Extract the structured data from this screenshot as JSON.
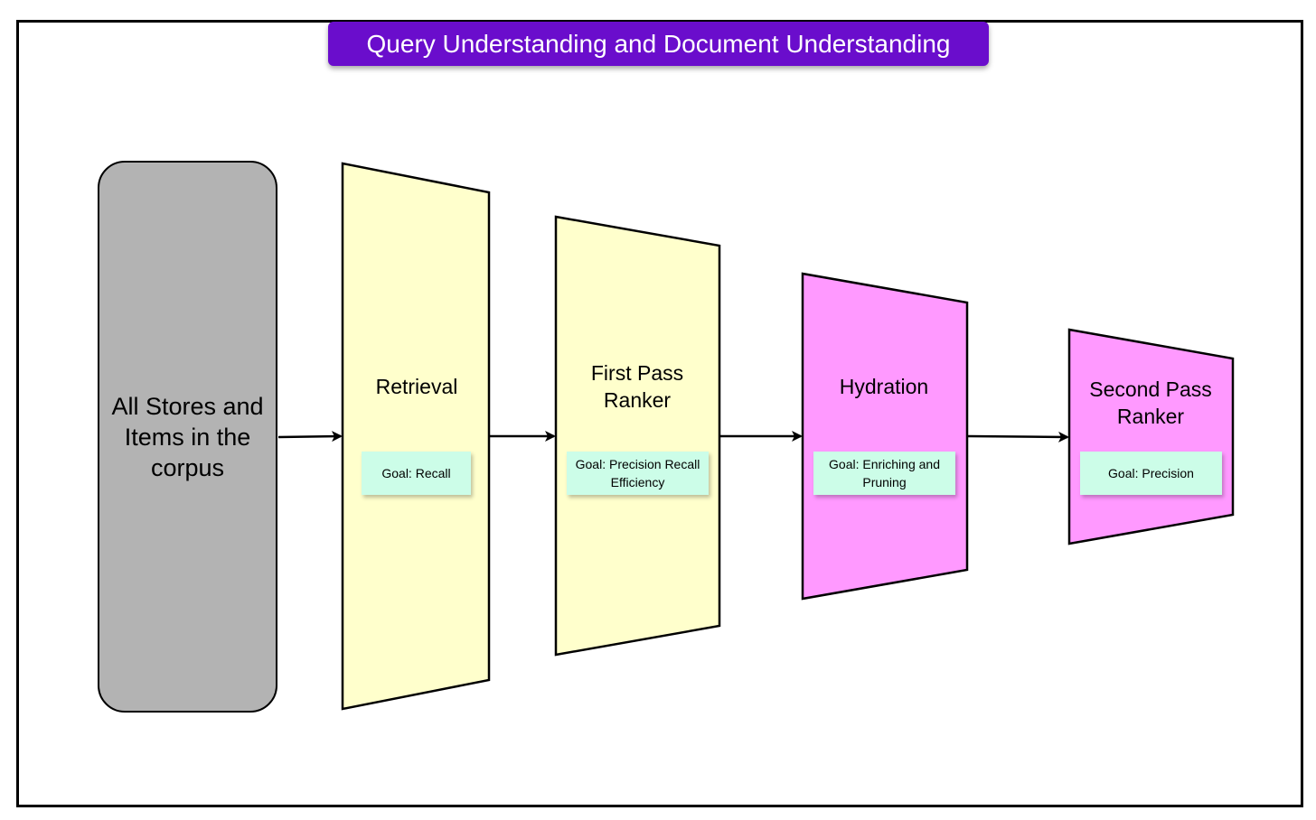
{
  "title": "Query Understanding and Document Understanding",
  "corpus": {
    "label": "All Stores and Items in the corpus"
  },
  "stages": [
    {
      "id": "retrieval",
      "title": "Retrieval",
      "goal": "Goal: Recall",
      "fill": "#ffffcc"
    },
    {
      "id": "first-pass-ranker",
      "title": "First Pass Ranker",
      "goal": "Goal: Precision Recall Efficiency",
      "fill": "#ffffcc"
    },
    {
      "id": "hydration",
      "title": "Hydration",
      "goal": "Goal: Enriching and Pruning",
      "fill": "#ff99ff"
    },
    {
      "id": "second-pass-ranker",
      "title": "Second Pass Ranker",
      "goal": "Goal: Precision",
      "fill": "#ff99ff"
    }
  ],
  "colors": {
    "title_bg": "#6a0dcc",
    "corpus_fill": "#b3b3b3",
    "goal_fill": "#ccfde8"
  }
}
